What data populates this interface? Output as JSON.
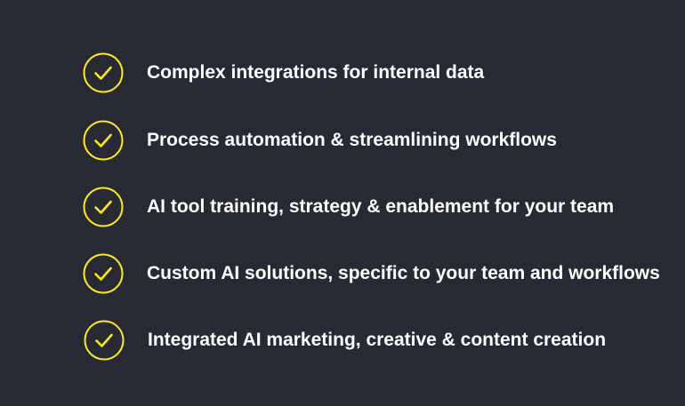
{
  "accent_color": "#ffe81a",
  "text_color": "#ffffff",
  "background_color": "#272a33",
  "icon": "check-circle-icon",
  "features": [
    {
      "label": "Complex integrations for internal data"
    },
    {
      "label": "Process automation & streamlining workflows"
    },
    {
      "label": "AI tool training, strategy & enablement for your team"
    },
    {
      "label": "Custom AI solutions, specific to your team and workflows"
    },
    {
      "label": "Integrated AI marketing, creative & content creation"
    }
  ]
}
